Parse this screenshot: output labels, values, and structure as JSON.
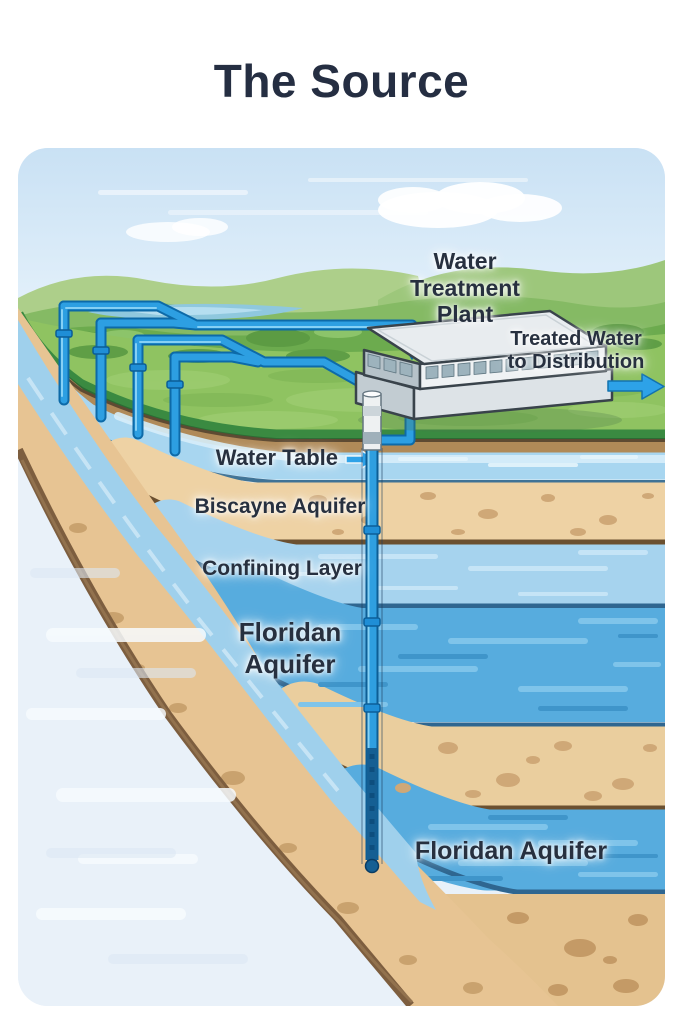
{
  "title": "The Source",
  "labels": {
    "plant": {
      "line1": "Water",
      "line2": "Treatment",
      "line3": "Plant"
    },
    "treated": {
      "line1": "Treated Water",
      "line2": "to Distribution"
    },
    "water_table": "Water Table",
    "biscayne": "Biscayne Aquifer",
    "confining": "Confining Layer",
    "floridan_upper": {
      "line1": "Floridan",
      "line2": "Aquifer"
    },
    "floridan_lower": "Floridan Aquifer"
  },
  "icons": {
    "plant_inflow": "down-arrow-icon",
    "distribution": "right-arrow-icon",
    "water_table_pointer": "right-arrow-icon"
  },
  "colors": {
    "title_text": "#252e42",
    "label_text": "#27303f",
    "pipe_blue": "#2d9fe2",
    "arrow_blue": "#2da2e8",
    "sky": "#cfe4f6",
    "hills_green": "#85ba64",
    "field_green": "#8fc361",
    "water_table_band": "#a8d6f0",
    "biscayne_sand": "#eed2a4",
    "confining_blue": "#a6d3ee",
    "floridan_blue": "#57acde",
    "deep_sand": "#e4c28f",
    "escarpment_brown": "#7d5e3f"
  }
}
